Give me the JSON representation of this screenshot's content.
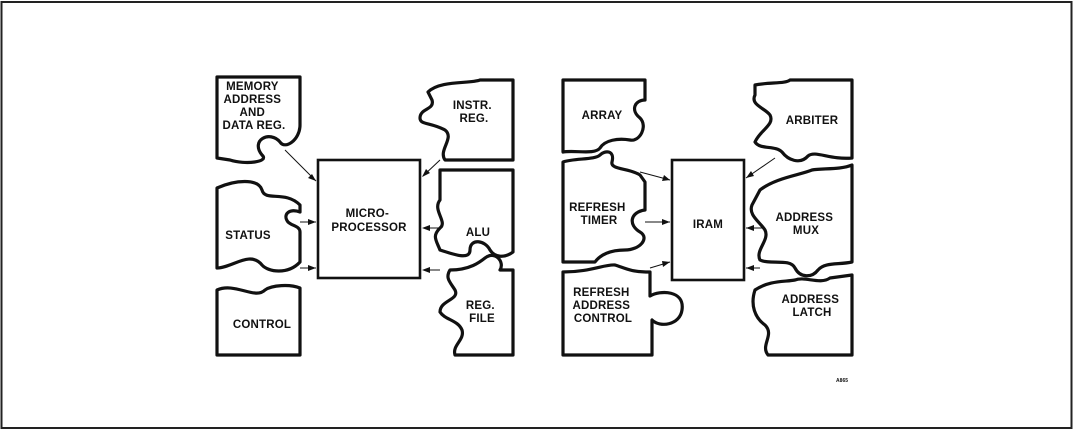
{
  "left_puzzle": {
    "memory_reg": [
      "MEMORY",
      "ADDRESS",
      "AND",
      "DATA REG."
    ],
    "status": [
      "STATUS"
    ],
    "control": [
      "CONTROL"
    ],
    "instr_reg": [
      "INSTR.",
      "REG."
    ],
    "alu": [
      "ALU"
    ],
    "reg_file": [
      "REG.",
      "FILE"
    ],
    "center": [
      "MICRO-",
      "PROCESSOR"
    ]
  },
  "right_puzzle": {
    "array": [
      "ARRAY"
    ],
    "refresh_timer": [
      "REFRESH",
      "TIMER"
    ],
    "refresh_address_control": [
      "REFRESH",
      "ADDRESS",
      "CONTROL"
    ],
    "arbiter": [
      "ARBITER"
    ],
    "address_mux": [
      "ADDRESS",
      "MUX"
    ],
    "address_latch": [
      "ADDRESS",
      "LATCH"
    ],
    "center": [
      "IRAM"
    ]
  },
  "figure_code": "A865"
}
